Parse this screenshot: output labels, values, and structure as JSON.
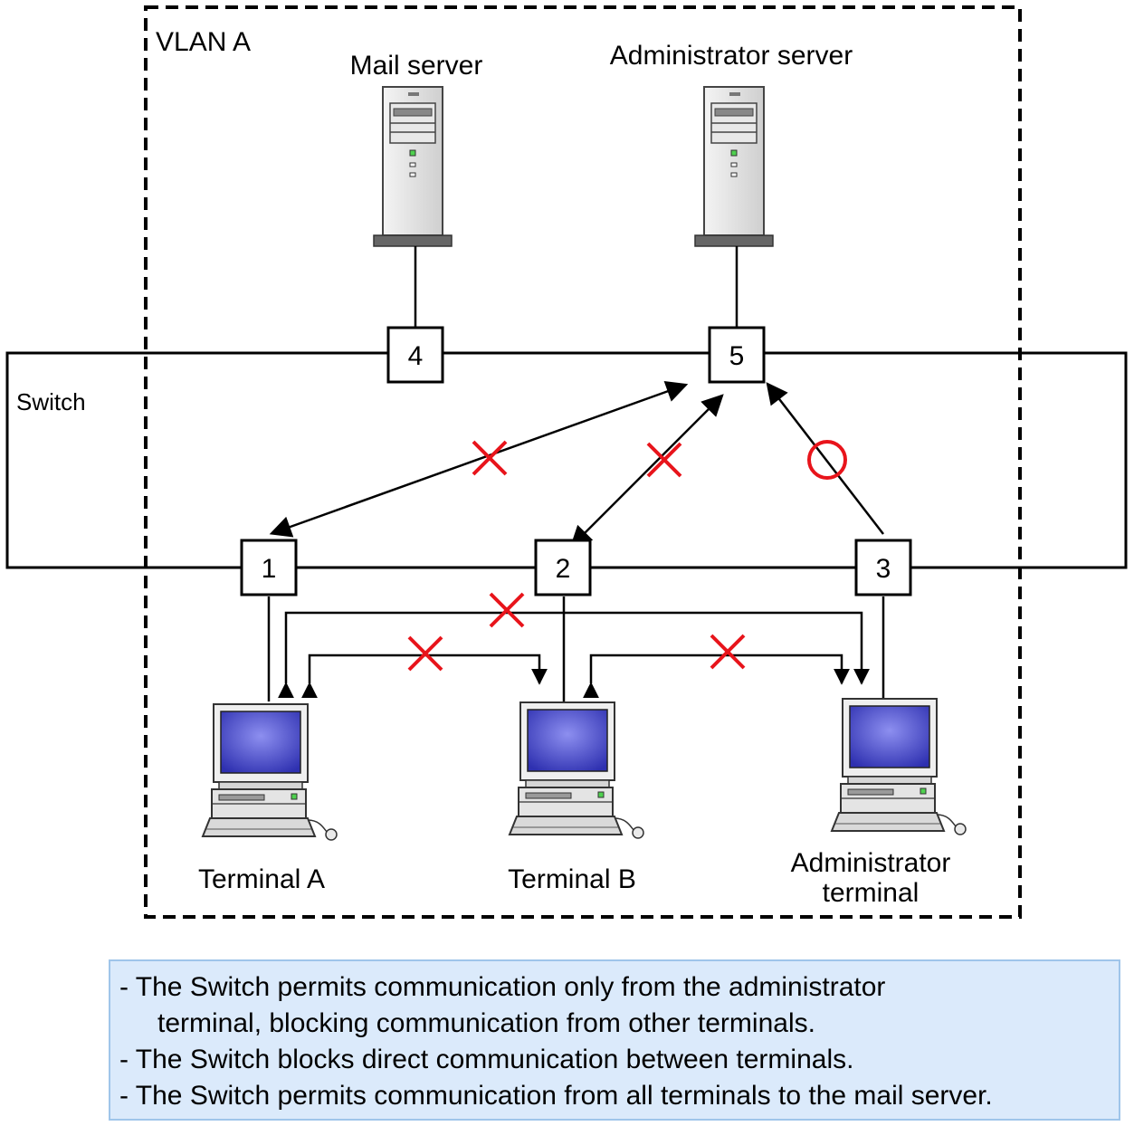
{
  "vlan": {
    "label": "VLAN A"
  },
  "switch": {
    "label": "Switch"
  },
  "servers": {
    "mail": {
      "label": "Mail server",
      "icon": "server-tower-icon"
    },
    "admin": {
      "label": "Administrator server",
      "icon": "server-tower-icon"
    }
  },
  "ports": {
    "p1": "1",
    "p2": "2",
    "p3": "3",
    "p4": "4",
    "p5": "5"
  },
  "terminals": {
    "a": {
      "label": "Terminal A",
      "icon": "desktop-pc-icon"
    },
    "b": {
      "label": "Terminal B",
      "icon": "desktop-pc-icon"
    },
    "admin": {
      "label_line1": "Administrator",
      "label_line2": "terminal",
      "icon": "desktop-pc-icon"
    }
  },
  "marks": {
    "blocked": "cross-mark-icon",
    "permitted": "circle-mark-icon"
  },
  "colors": {
    "blocked": "#e8141b",
    "permitted": "#e8141b",
    "note_bg": "#dbeafb",
    "note_border": "#9fc5ea",
    "screen": "#3c3fbf"
  },
  "notes": {
    "line1": "- The Switch permits communication only from the administrator",
    "line2": "terminal, blocking communication from other terminals.",
    "line3": "- The Switch blocks direct communication between terminals.",
    "line4": "- The Switch permits communication from all terminals to the mail server."
  }
}
